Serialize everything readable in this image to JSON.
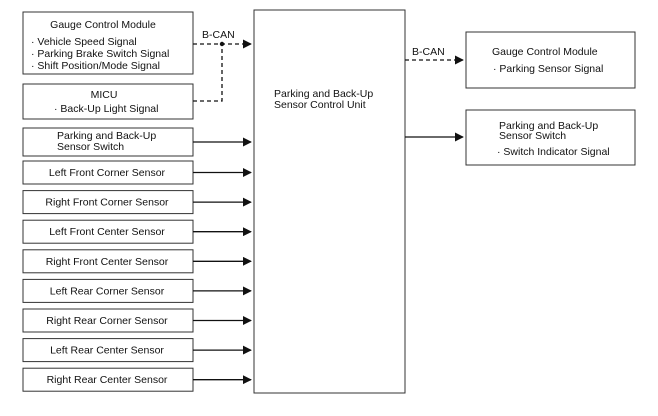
{
  "left_top": {
    "gauge": {
      "title": "Gauge Control Module",
      "lines": [
        "· Vehicle Speed Signal",
        "· Parking Brake Switch Signal",
        "· Shift Position/Mode Signal"
      ]
    },
    "micu": {
      "title": "MICU",
      "lines": [
        "· Back-Up Light Signal"
      ]
    }
  },
  "bus_in_label": "B-CAN",
  "bus_out_label": "B-CAN",
  "switch_input": [
    "Parking and Back-Up",
    "Sensor Switch"
  ],
  "sensors": [
    "Left Front Corner Sensor",
    "Right Front Corner Sensor",
    "Left Front Center Sensor",
    "Right Front Center Sensor",
    "Left Rear Corner Sensor",
    "Right Rear Corner Sensor",
    "Left Rear Center Sensor",
    "Right Rear Center Sensor"
  ],
  "control_unit": [
    "Parking and Back-Up",
    "Sensor Control Unit"
  ],
  "outputs": {
    "gauge": {
      "title": "Gauge Control Module",
      "lines": [
        "· Parking Sensor Signal"
      ]
    },
    "switch": {
      "title": [
        "Parking and Back-Up",
        "Sensor Switch"
      ],
      "lines": [
        "· Switch Indicator Signal"
      ]
    }
  }
}
